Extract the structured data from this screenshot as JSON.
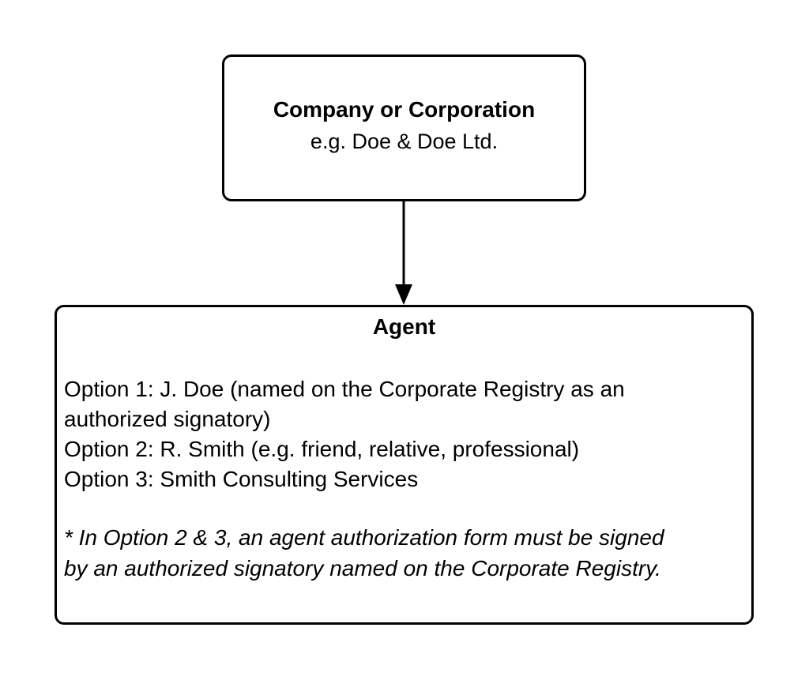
{
  "company_node": {
    "title": "Company or Corporation",
    "example": "e.g. Doe & Doe Ltd."
  },
  "agent_node": {
    "title": "Agent",
    "options": [
      {
        "line1": "Option 1: J. Doe (named on the Corporate Registry as an",
        "line2": "authorized signatory)"
      },
      {
        "line1": "Option 2: R. Smith (e.g. friend, relative, professional)"
      },
      {
        "line1": "Option 3: Smith Consulting Services"
      }
    ],
    "note": {
      "line1": "* In Option 2 & 3, an agent authorization form must be signed",
      "line2": "by an authorized signatory named on the Corporate Registry."
    }
  },
  "colors": {
    "stroke": "#000000",
    "background": "#ffffff",
    "text": "#000000"
  }
}
